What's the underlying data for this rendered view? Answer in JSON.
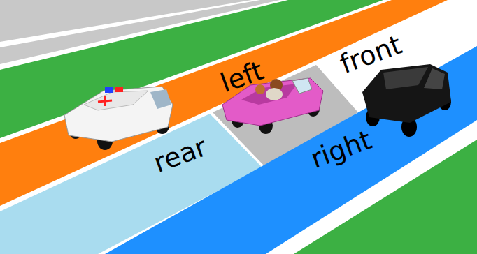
{
  "diagram": {
    "labels": [
      "left",
      "front",
      "rear",
      "right"
    ]
  }
}
